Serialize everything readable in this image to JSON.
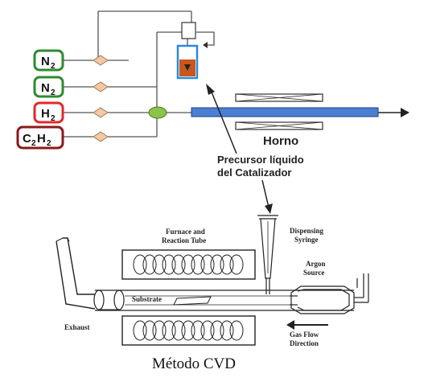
{
  "top_diagram": {
    "gases": [
      {
        "symbol": "N",
        "subscript": "2",
        "color": "#2e8b2e"
      },
      {
        "symbol": "N",
        "subscript": "2",
        "color": "#2e8b2e"
      },
      {
        "symbol": "H",
        "subscript": "2",
        "color": "#e0282a"
      },
      {
        "symbol": "C",
        "subscript": "2",
        "symbol2": "H",
        "subscript2": "2",
        "color": "#8b1a1a"
      }
    ],
    "furnace_label": "Horno",
    "precursor_label_line1": "Precursor líquido",
    "precursor_label_line2": "del Catalizador",
    "colors": {
      "tube": "#4a7fd4",
      "valve": "#f3c9a4",
      "mixer": "#8bc34a",
      "vessel_outline": "#2a8ae0",
      "liquid": "#c8561d"
    }
  },
  "bottom_diagram": {
    "furnace_label_line1": "Furnace and",
    "furnace_label_line2": "Reaction Tube",
    "syringe_label_line1": "Dispensing",
    "syringe_label_line2": "Syringe",
    "argon_label_line1": "Argon",
    "argon_label_line2": "Source",
    "substrate_label": "Substrate",
    "exhaust_label": "Exhaust",
    "gasflow_label_line1": "Gas Flow",
    "gasflow_label_line2": "Direction"
  },
  "caption": "Método CVD"
}
